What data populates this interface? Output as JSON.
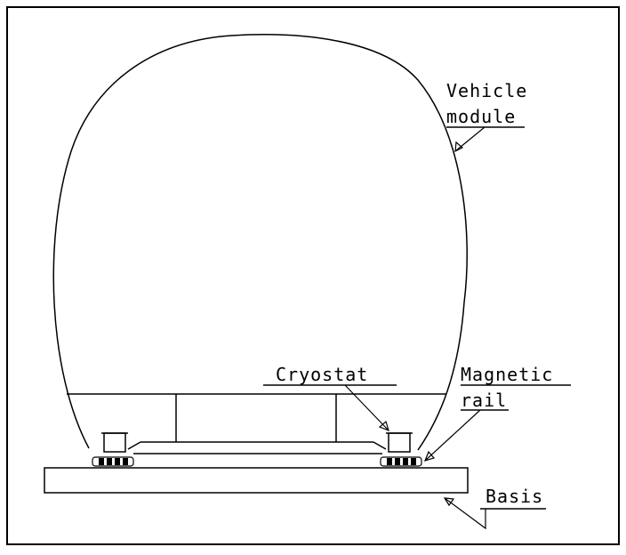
{
  "labels": {
    "vehicle_line1": "Vehicle",
    "vehicle_line2": "module",
    "cryostat": "Cryostat",
    "magnetic_line1": "Magnetic",
    "magnetic_line2": "rail",
    "basis": "Basis"
  }
}
